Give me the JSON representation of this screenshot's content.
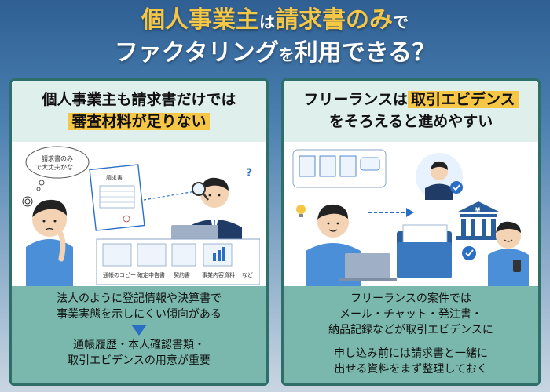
{
  "title": {
    "line1_hl": "個人事業主",
    "line1_small": "は",
    "line1_rest": "請求書のみ",
    "line1_small2": "で",
    "line2_a": "ファクタリング",
    "line2_small": "を",
    "line2_b": "利用できる？"
  },
  "left": {
    "heading_line1": "個人事業主も請求書だけでは",
    "heading_line2": "審査材料が足りない",
    "bubble_line1": "請求書のみ",
    "bubble_line2": "で大丈夫かな…",
    "invoice_label": "請求書",
    "doc_labels": [
      "通帳のコピー",
      "確定申告書",
      "契約書",
      "事業内容資料",
      "など"
    ],
    "doc_small": "確定申告書",
    "body_line1": "法人のように登記情報や決算書で",
    "body_line2": "事業実態を示しにくい傾向がある",
    "body_line3": "通帳履歴・本人確認書類・",
    "body_line4": "取引エビデンスの用意が重要"
  },
  "right": {
    "heading_hl": "取引エビデンス",
    "heading_line1_pre": "フリーランスは",
    "heading_line2": "をそろえると進めやすい",
    "bank_mark": "¥",
    "body_line1": "フリーランスの案件では",
    "body_line2": "メール・チャット・発注書・",
    "body_line3": "納品記録などが取引エビデンスに",
    "body_line4": "申し込み前には請求書と一緒に",
    "body_line5": "出せる資料をまず整理しておく"
  },
  "colors": {
    "accent_yellow": "#f6c744",
    "panel_border": "#2e6f6a",
    "panel_body": "#7ab8ad",
    "header_bg": "#dff0ec",
    "arrow_blue": "#2a6fc4"
  }
}
